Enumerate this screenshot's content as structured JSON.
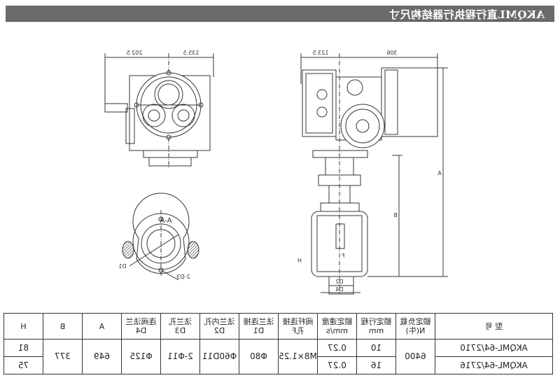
{
  "title": "AKQML直行程执行器结构尺寸",
  "drawing": {
    "left_view": {
      "dim_left": "202.5",
      "dim_right": "135.5"
    },
    "right_view": {
      "dim_left": "123.5",
      "dim_right": "306",
      "dim_height_total": "A",
      "dim_height_valve": "B",
      "stem_label": "F",
      "d2_label": "D2",
      "d4_label": "D4",
      "h_label": "H"
    },
    "section": {
      "title": "A-A",
      "d1_label": "D1",
      "d3_label": "2-D3"
    }
  },
  "table": {
    "headers": [
      {
        "line1": "型  号",
        "line2": ""
      },
      {
        "line1": "额定负载",
        "line2": "N(牛)"
      },
      {
        "line1": "额定行程",
        "line2": "mm"
      },
      {
        "line1": "额定速度",
        "line2": "mm/s"
      },
      {
        "line1": "阀杆连接",
        "line2": "孔F"
      },
      {
        "line1": "法兰连接",
        "line2": "D1"
      },
      {
        "line1": "法兰内孔",
        "line2": "D2"
      },
      {
        "line1": "法兰孔",
        "line2": "D3"
      },
      {
        "line1": "连阀法兰",
        "line2": "D4"
      },
      {
        "line1": "A",
        "line2": ""
      },
      {
        "line1": "B",
        "line2": ""
      },
      {
        "line1": "H",
        "line2": ""
      }
    ],
    "rows": [
      {
        "model": "AKQML-64/2710",
        "stroke": "10",
        "speed": "0.27",
        "h": "81"
      },
      {
        "model": "AKQML-64/2716",
        "stroke": "16",
        "speed": "0.27",
        "h": "75"
      }
    ],
    "shared": {
      "load": "6400",
      "stem": "M8×1.25",
      "d1": "Φ80",
      "d2": "Φ60D11",
      "d3": "2-Φ11",
      "d4": "Φ125",
      "a": "649",
      "b": "377"
    }
  }
}
